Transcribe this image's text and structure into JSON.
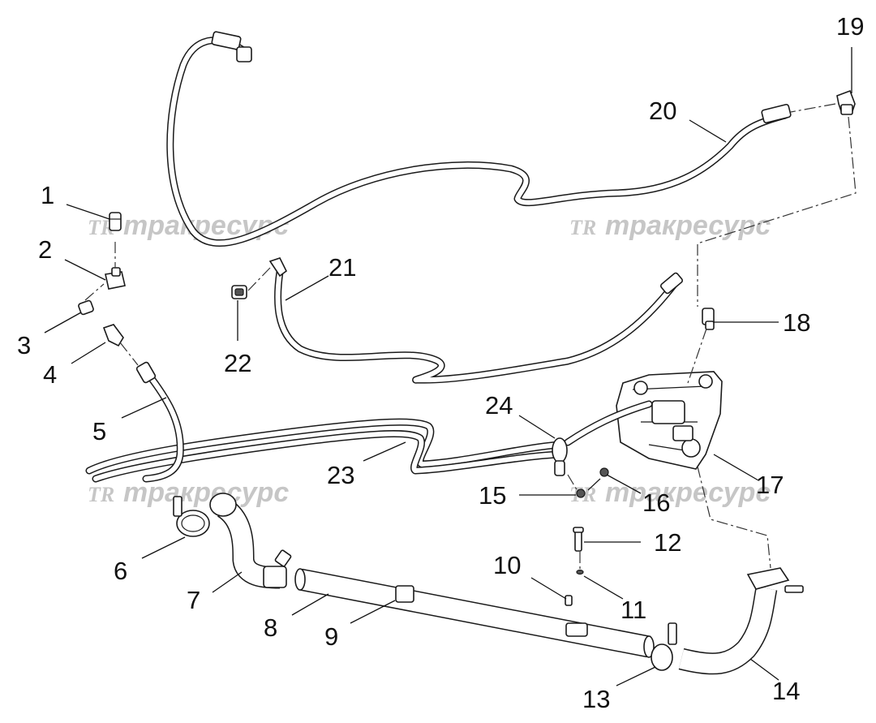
{
  "watermark": {
    "logo": "TR",
    "text": "тракресурс"
  },
  "callouts": [
    "1",
    "2",
    "3",
    "4",
    "5",
    "6",
    "7",
    "8",
    "9",
    "10",
    "11",
    "12",
    "13",
    "14",
    "15",
    "16",
    "17",
    "18",
    "19",
    "20",
    "21",
    "22",
    "23",
    "24"
  ]
}
